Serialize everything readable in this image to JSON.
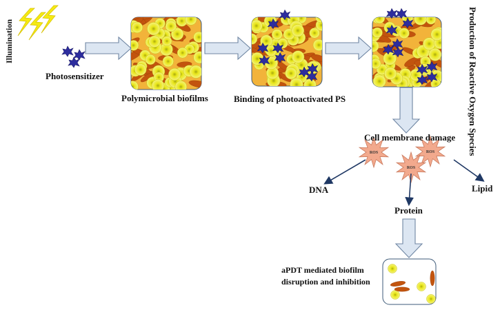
{
  "labels": {
    "illumination": "Illumination",
    "photosensitizer": "Photosensitizer",
    "biofilms": "Polymicrobial biofilms",
    "binding": "Binding of photoactivated PS",
    "ros_production": "Production of Reactive Oxygen Species",
    "membrane_damage": "Cell membrane damage",
    "dna": "DNA",
    "protein": "Protein",
    "lipid": "Lipid",
    "outcome_line1": "aPDT mediated biofilm",
    "outcome_line2": "disruption and inhibition",
    "ros": "ROS"
  },
  "colors": {
    "lightning": "#f5ea12",
    "photosensitizer": "#2d2d9e",
    "biofilm_background": "#f2b33a",
    "cocci": "#e8e619",
    "rod": "#c2540e",
    "arrow_fill": "#dce6f2",
    "arrow_stroke": "#6f86a3",
    "ros_star": "#f2a98d",
    "pathway_arrow": "#1f3864"
  }
}
